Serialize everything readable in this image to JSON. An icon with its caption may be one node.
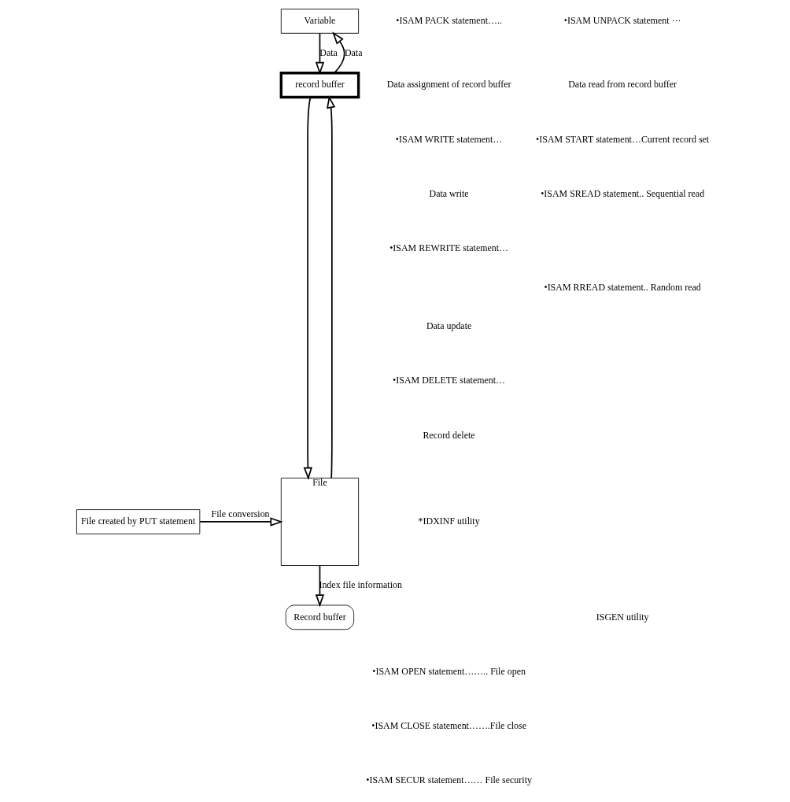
{
  "diagram": {
    "nodes": [
      {
        "text": [
          "Variable"
        ]
      },
      {
        "text": [
          "record buffer"
        ]
      },
      {
        "text": [
          "File"
        ]
      },
      {
        "text": [
          "File created by PUT statement"
        ]
      },
      {
        "text": [
          "Record buffer"
        ]
      }
    ],
    "edges": [
      {
        "from": 0,
        "to": 1,
        "arrow": "to",
        "label": "Data"
      },
      {
        "from": 1,
        "to": 0,
        "arrow": "to",
        "label": "Data"
      },
      {
        "from": 1,
        "to": 2,
        "arrow": "to"
      },
      {
        "from": 2,
        "to": 1,
        "arrow": "to"
      },
      {
        "from": 3,
        "to": 2,
        "arrow": "to",
        "label": "File conversion"
      },
      {
        "from": 2,
        "to": 4,
        "arrow": "to",
        "label": "Index file information"
      }
    ],
    "labels": [
      "•ISAM PACK statement…..",
      "Data assignment of record buffer",
      "•ISAM UNPACK statement ···",
      "Data read from record buffer",
      "•ISAM WRITE statement…",
      "Data write",
      "•ISAM REWRITE statement…",
      "Data update",
      "•ISAM DELETE statement…",
      "Record delete",
      "•ISAM START statement…Current record set",
      "•ISAM SREAD statement.. Sequential read",
      "•ISAM RREAD statement.. Random read",
      "*IDXINF utility",
      "ISGEN utility",
      "•ISAM OPEN statement…….. File open",
      "•ISAM CLOSE statement…….File close",
      "•ISAM SECUR statement…… File security"
    ]
  }
}
